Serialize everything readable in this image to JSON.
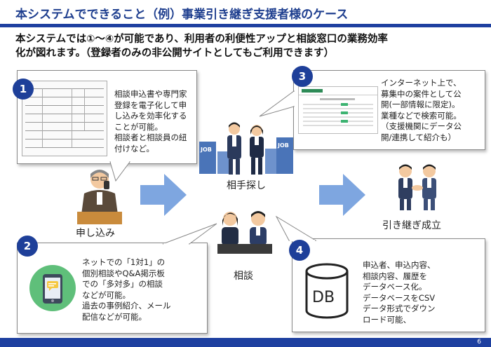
{
  "title": "本システムでできること（例）事業引き継ぎ支援者様のケース",
  "intro": [
    "本システムでは①～④が可能であり、利用者の利便性アップと相談窓口の業務効率",
    "化が図れます。（登録者のみの非公開サイトとしてもご利用できます）"
  ],
  "items": [
    {
      "num": "1",
      "lines": [
        "相談申込書や専門家",
        "登録を電子化して申",
        "し込みを効率化する",
        "ことが可能。",
        "相談者と相談員の紐",
        "付けなど。"
      ]
    },
    {
      "num": "2",
      "lines": [
        "ネットでの「1対1」の",
        "個別相談やQ&A掲示板",
        "での「多対多」の相談",
        "などが可能。",
        "過去の事例紹介、メール",
        "配信などが可能。"
      ]
    },
    {
      "num": "3",
      "lines": [
        "インターネット上で、",
        "募集中の案件として公",
        "開(一部情報に限定)。",
        "業種などで検索可能。",
        "（支援機関にデータ公",
        "開/連携して紹介も）"
      ]
    },
    {
      "num": "4",
      "lines": [
        "申込者、申込内容、",
        "相談内容、履歴を",
        "データベース化。",
        "データベースをCSV",
        "データ形式でダウン",
        "ロード可能、"
      ]
    }
  ],
  "labels": {
    "apply": "申し込み",
    "search": "相手探し",
    "consult": "相談",
    "success": "引き継ぎ成立"
  },
  "icons": {
    "db_text": "DB",
    "job_sign": "JOB"
  },
  "colors": {
    "accent": "#1e40a0",
    "badge": "#1e3f99",
    "arrow": "#7ea6e0"
  },
  "page_number": "6"
}
